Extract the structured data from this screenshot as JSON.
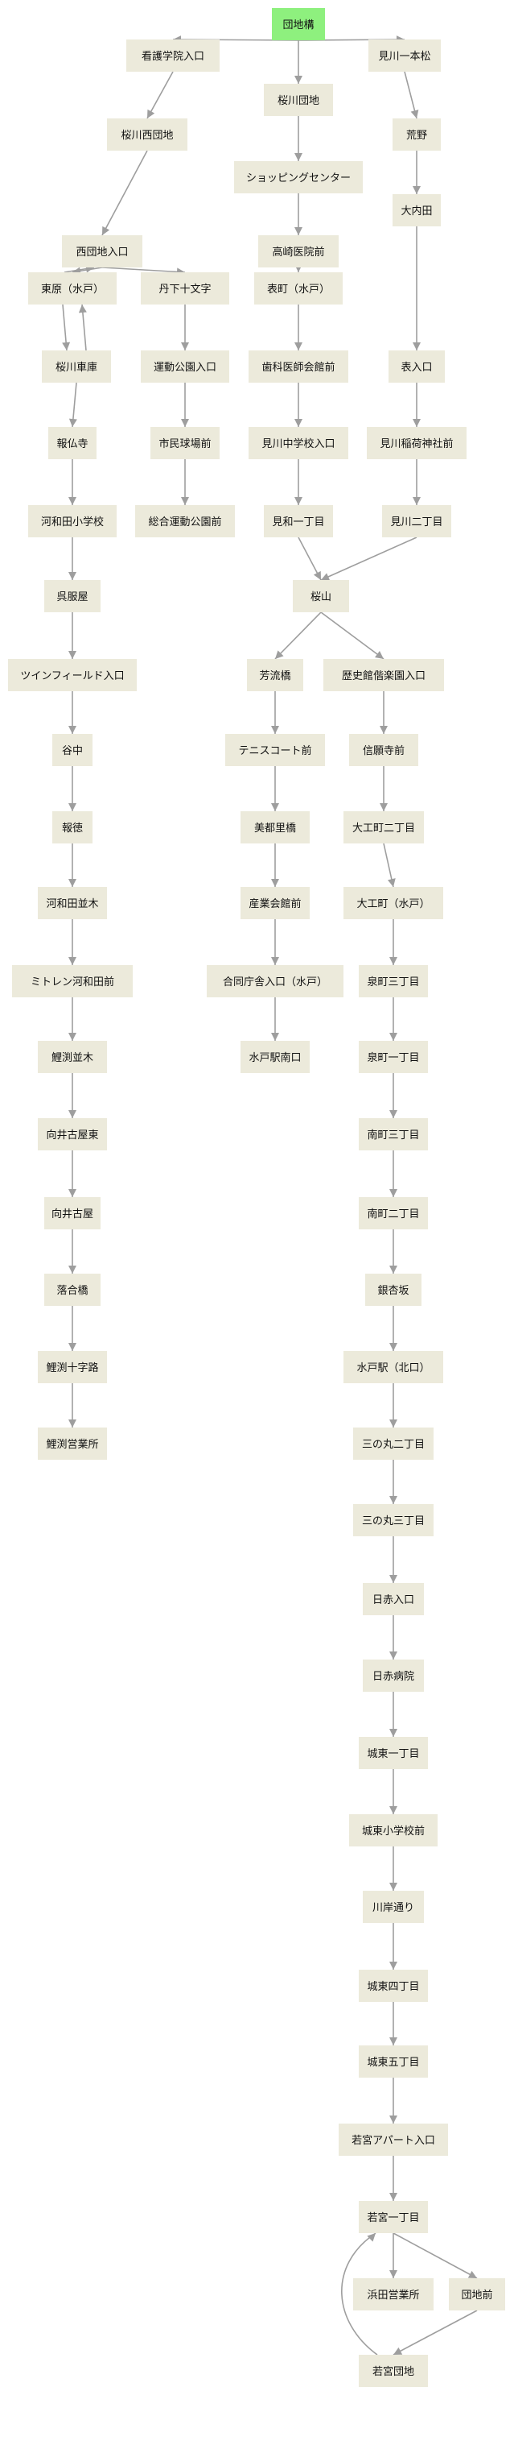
{
  "nodes": {
    "root": "団地構",
    "kango": "看護学院入口",
    "sakuragawa_danchi": "桜川団地",
    "mikawa_ippon": "見川一本松",
    "sakuragawa_nishi": "桜川西団地",
    "shopping": "ショッピングセンター",
    "arano": "荒野",
    "nishi_danchi_iri": "西団地入口",
    "takasaki": "高崎医院前",
    "ouchida": "大内田",
    "higashihara": "東原（水戸）",
    "tange": "丹下十文字",
    "omotemachi": "表町（水戸）",
    "sakuragawa_shako": "桜川車庫",
    "undo_koen_iri": "運動公園入口",
    "shika_kaikan": "歯科医師会館前",
    "omote_iri": "表入口",
    "hobutsuji": "報仏寺",
    "shimin_kyujo": "市民球場前",
    "mikawa_chugaku": "見川中学校入口",
    "mikawa_inari": "見川稲荷神社前",
    "kawawada_sho": "河和田小学校",
    "sogo_undo": "総合運動公園前",
    "miwa_1": "見和一丁目",
    "mikawa_2": "見川二丁目",
    "gofukuya": "呉服屋",
    "sakurayama": "桜山",
    "twinfield": "ツインフィールド入口",
    "horyubashi": "芳流橋",
    "rekishi": "歴史館偕楽園入口",
    "taninaka": "谷中",
    "tennis": "テニスコート前",
    "shinganji": "信願寺前",
    "hotoku": "報徳",
    "bitori": "美都里橋",
    "daikumachi_2": "大工町二丁目",
    "kawawada_namiki": "河和田並木",
    "sangyo": "産業会館前",
    "daikumachi": "大工町（水戸）",
    "mitoren": "ミトレン河和田前",
    "godo_chosha": "合同庁舎入口（水戸）",
    "izumicho_3": "泉町三丁目",
    "akazawa_namiki": "鯉渕並木",
    "mito_minami": "水戸駅南口",
    "izumicho_1": "泉町一丁目",
    "mukai_higashi": "向井古屋東",
    "minamimachi_3": "南町三丁目",
    "mukai": "向井古屋",
    "minamimachi_2": "南町二丁目",
    "ochiaibashi": "落合橋",
    "ginkozaka": "銀杏坂",
    "akazawa_juji": "鯉渕十字路",
    "mito_kita": "水戸駅（北口）",
    "akazawa_eigyo": "鯉渕営業所",
    "sannomaru_2": "三の丸二丁目",
    "sannomaru_3": "三の丸三丁目",
    "nisseki_iri": "日赤入口",
    "nisseki_byoin": "日赤病院",
    "joto_1": "城東一丁目",
    "joto_sho": "城東小学校前",
    "kawagishi": "川岸通り",
    "joto_4": "城東四丁目",
    "joto_5": "城東五丁目",
    "wakamiya_apart": "若宮アパート入口",
    "wakamiya_1": "若宮一丁目",
    "hamada": "浜田営業所",
    "danchi_mae": "団地前",
    "wakamiya_danchi": "若宮団地"
  }
}
